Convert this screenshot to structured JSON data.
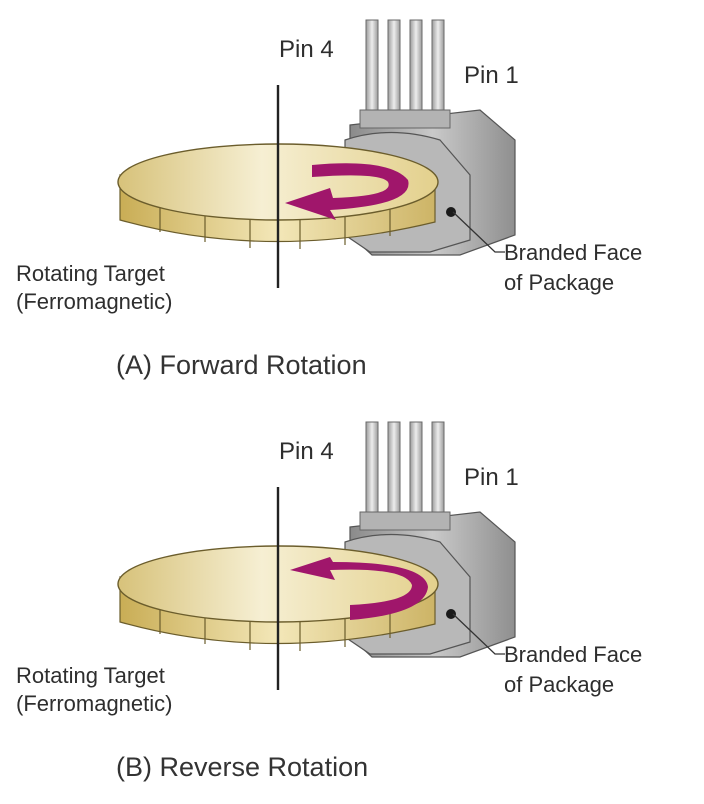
{
  "colors": {
    "target_face": "#efe2b0",
    "target_rim": "#e6d48e",
    "arrow": "#a0166b",
    "package": "#9c9c9c",
    "package_face": "#b4b4b4",
    "pins": "#c8c8c8",
    "leader_line": "#333333"
  },
  "panels": [
    {
      "pin4_label": "Pin 4",
      "pin1_label": "Pin 1",
      "branded_face_line1": "Branded Face",
      "branded_face_line2": "of Package",
      "target_line1": "Rotating Target",
      "target_line2": "(Ferromagnetic)",
      "caption": "(A) Forward Rotation",
      "arrow_direction": "forward"
    },
    {
      "pin4_label": "Pin 4",
      "pin1_label": "Pin 1",
      "branded_face_line1": "Branded Face",
      "branded_face_line2": "of Package",
      "target_line1": "Rotating Target",
      "target_line2": "(Ferromagnetic)",
      "caption": "(B) Reverse Rotation",
      "arrow_direction": "reverse"
    }
  ]
}
